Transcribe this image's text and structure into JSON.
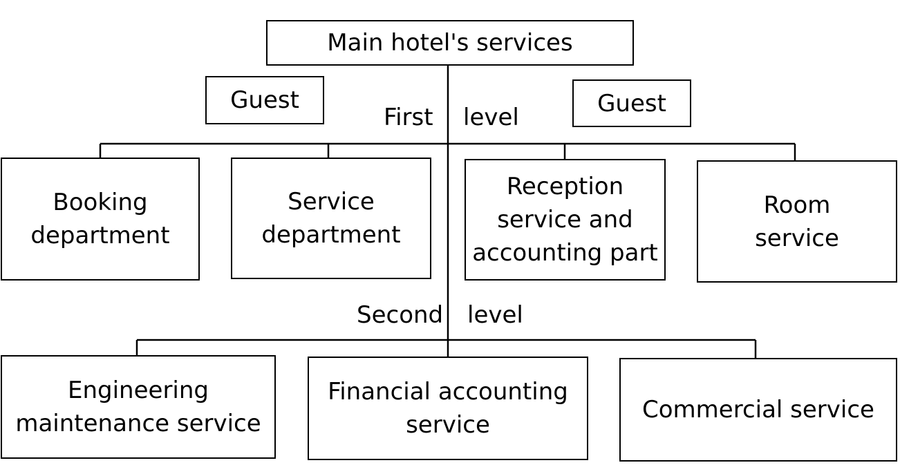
{
  "top": {
    "label": "Main hotel's services"
  },
  "guests": {
    "left": "Guest",
    "right": "Guest"
  },
  "levels": {
    "first_word": "First",
    "first_level": "level",
    "second_word": "Second",
    "second_level": "level"
  },
  "first_level_boxes": [
    {
      "label": "Booking\ndepartment"
    },
    {
      "label": "Service\ndepartment"
    },
    {
      "label": "Reception\nservice and\naccounting part"
    },
    {
      "label": "Room\nservice"
    }
  ],
  "second_level_boxes": [
    {
      "label": "Engineering\nmaintenance service"
    },
    {
      "label": "Financial accounting\nservice"
    },
    {
      "label": "Commercial service"
    }
  ]
}
